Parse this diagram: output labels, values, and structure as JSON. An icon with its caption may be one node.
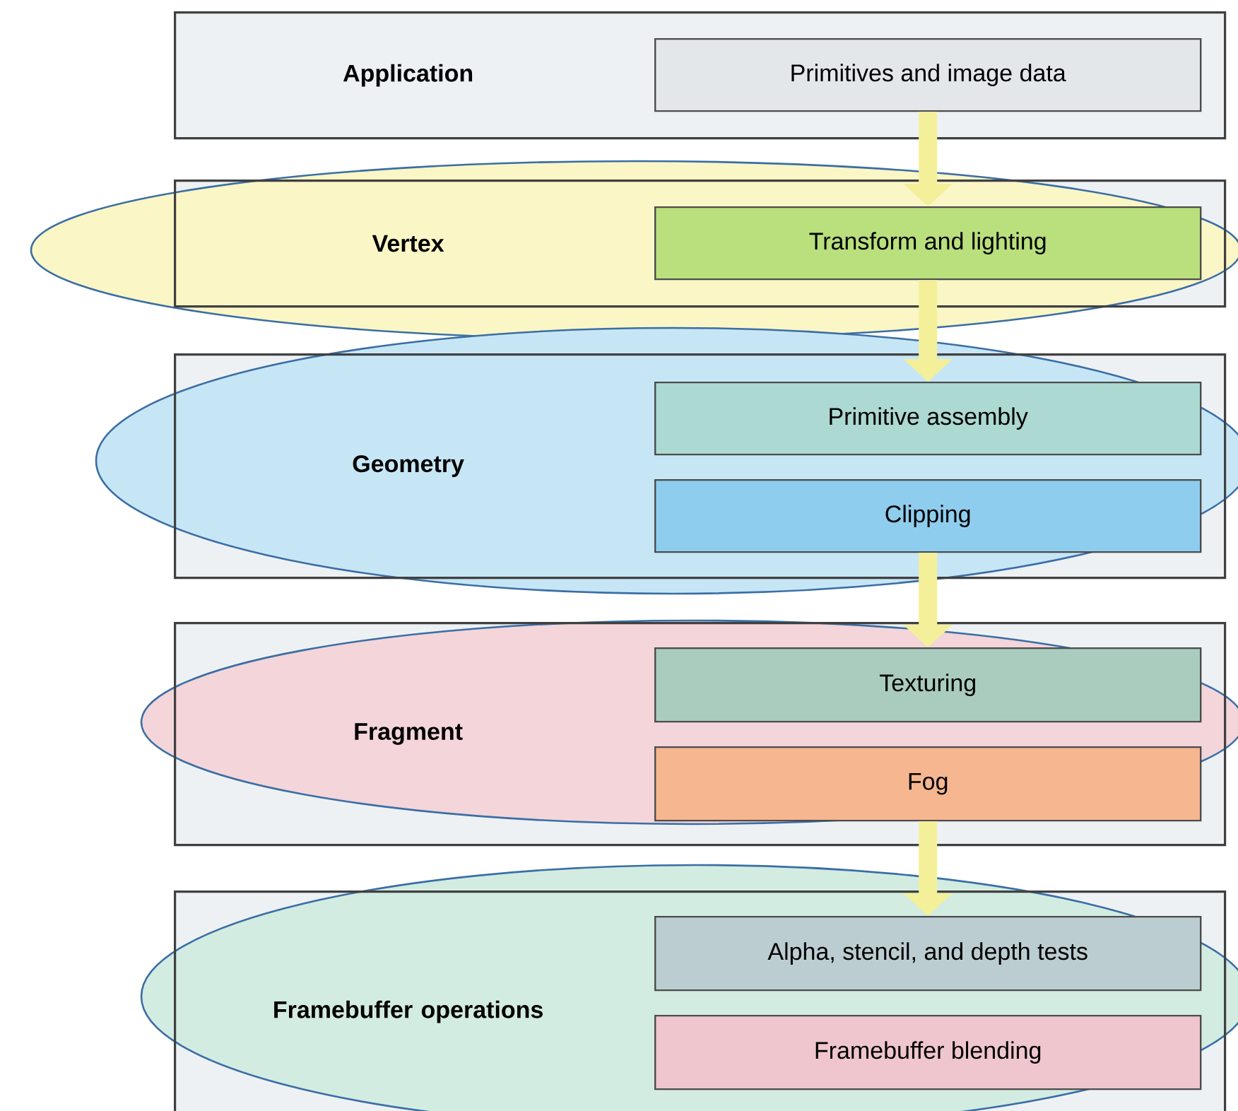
{
  "diagram": {
    "nodes": [
      {
        "text": [
          "Application"
        ]
      },
      {
        "text": [
          "Primitives and image data"
        ],
        "in": 0
      },
      {
        "text": [
          "Vertex"
        ]
      },
      {
        "text": [
          "Transform and lighting"
        ],
        "in": 2
      },
      {
        "text": [
          "Geometry"
        ]
      },
      {
        "text": [
          "Primitive assembly"
        ],
        "in": 4
      },
      {
        "text": [
          "Clipping"
        ],
        "in": 4
      },
      {
        "text": [
          "Fragment"
        ]
      },
      {
        "text": [
          "Texturing"
        ],
        "in": 7
      },
      {
        "text": [
          "Fog"
        ],
        "in": 7
      },
      {
        "text": [
          "Framebuffer operations"
        ]
      },
      {
        "text": [
          "Alpha, stencil, and depth tests"
        ],
        "in": 10
      },
      {
        "text": [
          "Framebuffer blending"
        ],
        "in": 10
      }
    ],
    "edges": [
      {
        "from": 1,
        "to": 3,
        "arrow": "to"
      },
      {
        "from": 3,
        "to": 5,
        "arrow": "to"
      },
      {
        "from": 6,
        "to": 8,
        "arrow": "to"
      },
      {
        "from": 9,
        "to": 11,
        "arrow": "to"
      }
    ]
  }
}
